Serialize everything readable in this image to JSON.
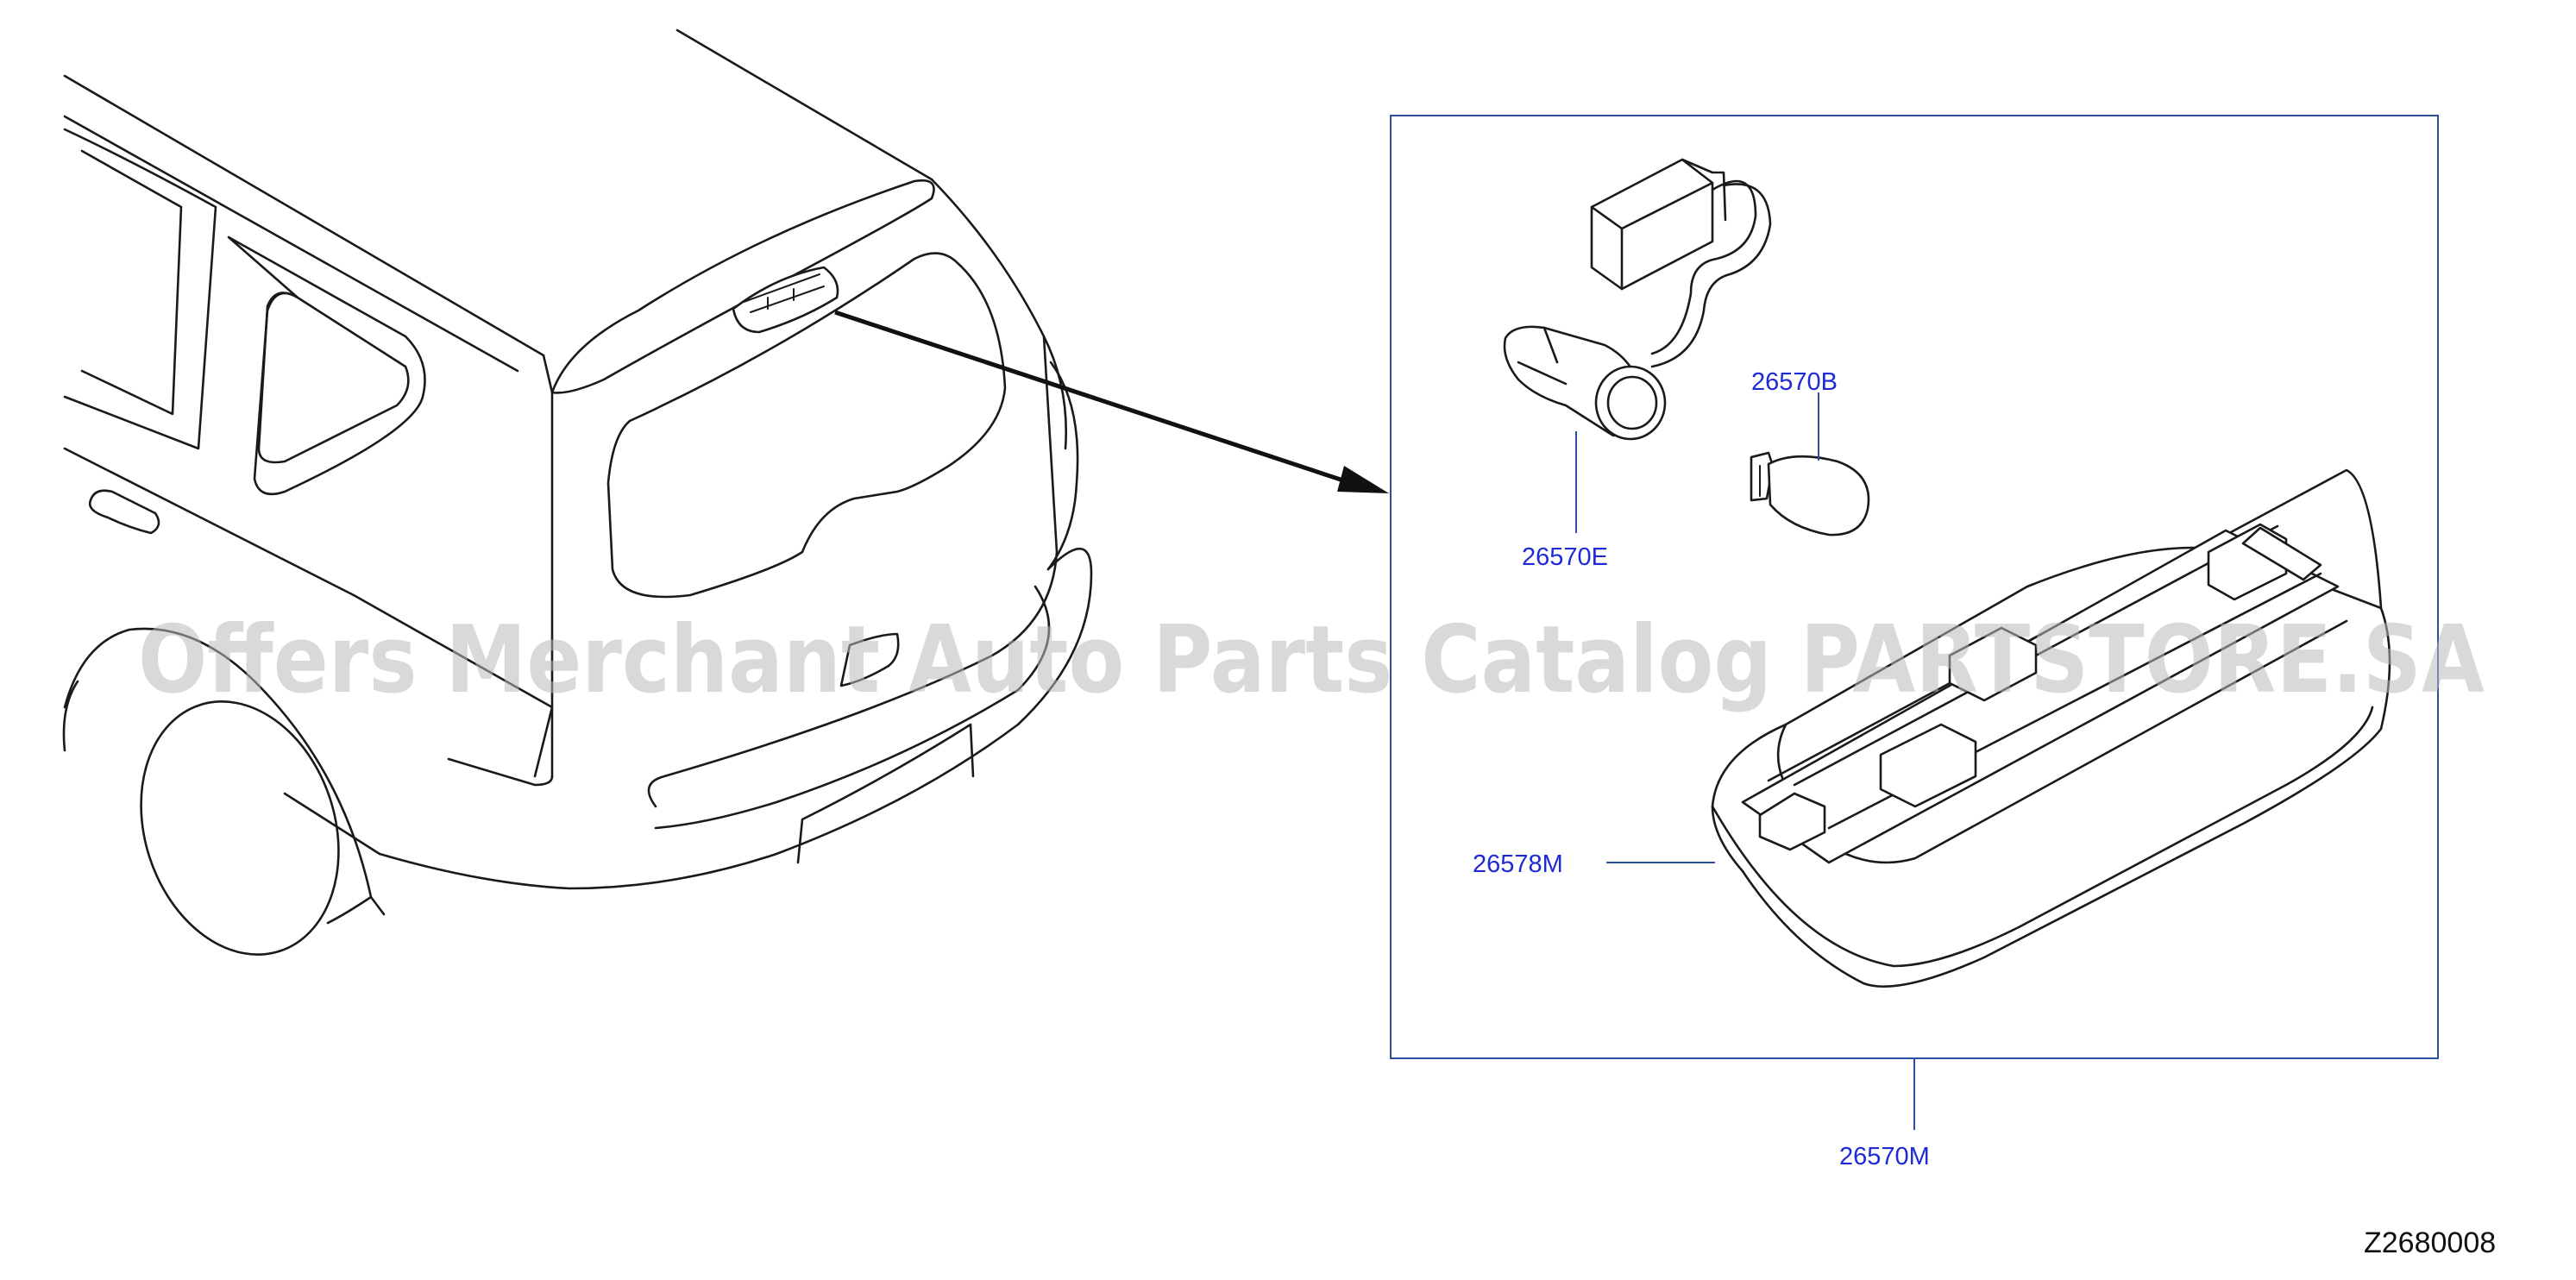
{
  "diagram": {
    "callouts": {
      "bulb_socket": "26570E",
      "bulb": "26570B",
      "lens_seal": "26578M",
      "lamp_assembly": "26570M"
    },
    "figure_code": "Z2680008",
    "watermark": "Offers Merchant Auto Parts Catalog PARTSTORE.SA"
  }
}
